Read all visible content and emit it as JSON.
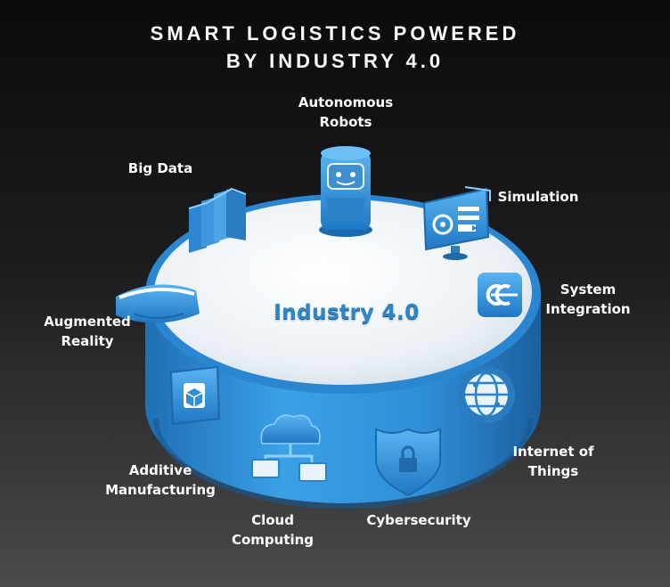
{
  "title": {
    "line1": "SMART LOGISTICS POWERED",
    "line2": "BY INDUSTRY 4.0"
  },
  "center_label": "Industry 4.0",
  "colors": {
    "disc_blue": "#2f8fd8",
    "disc_top": "#eef3f7",
    "icon_blue": "#3a9be0",
    "text": "#ffffff"
  },
  "nodes": [
    {
      "key": "autonomous_robots",
      "icon": "robot-icon",
      "lines": [
        "Autonomous",
        "Robots"
      ]
    },
    {
      "key": "big_data",
      "icon": "server-stack-icon",
      "lines": [
        "Big Data"
      ]
    },
    {
      "key": "simulation",
      "icon": "simulation-monitor-icon",
      "lines": [
        "Simulation"
      ]
    },
    {
      "key": "system_integration",
      "icon": "integration-icon",
      "lines": [
        "System",
        "Integration"
      ]
    },
    {
      "key": "augmented_reality",
      "icon": "ar-headset-icon",
      "lines": [
        "Augmented",
        "Reality"
      ]
    },
    {
      "key": "internet_of_things",
      "icon": "globe-network-icon",
      "lines": [
        "Internet of",
        "Things"
      ]
    },
    {
      "key": "additive_manufacturing",
      "icon": "3d-printer-icon",
      "lines": [
        "Additive",
        "Manufacturing"
      ]
    },
    {
      "key": "cloud_computing",
      "icon": "cloud-network-icon",
      "lines": [
        "Cloud",
        "Computing"
      ]
    },
    {
      "key": "cybersecurity",
      "icon": "shield-lock-icon",
      "lines": [
        "Cybersecurity"
      ]
    }
  ]
}
